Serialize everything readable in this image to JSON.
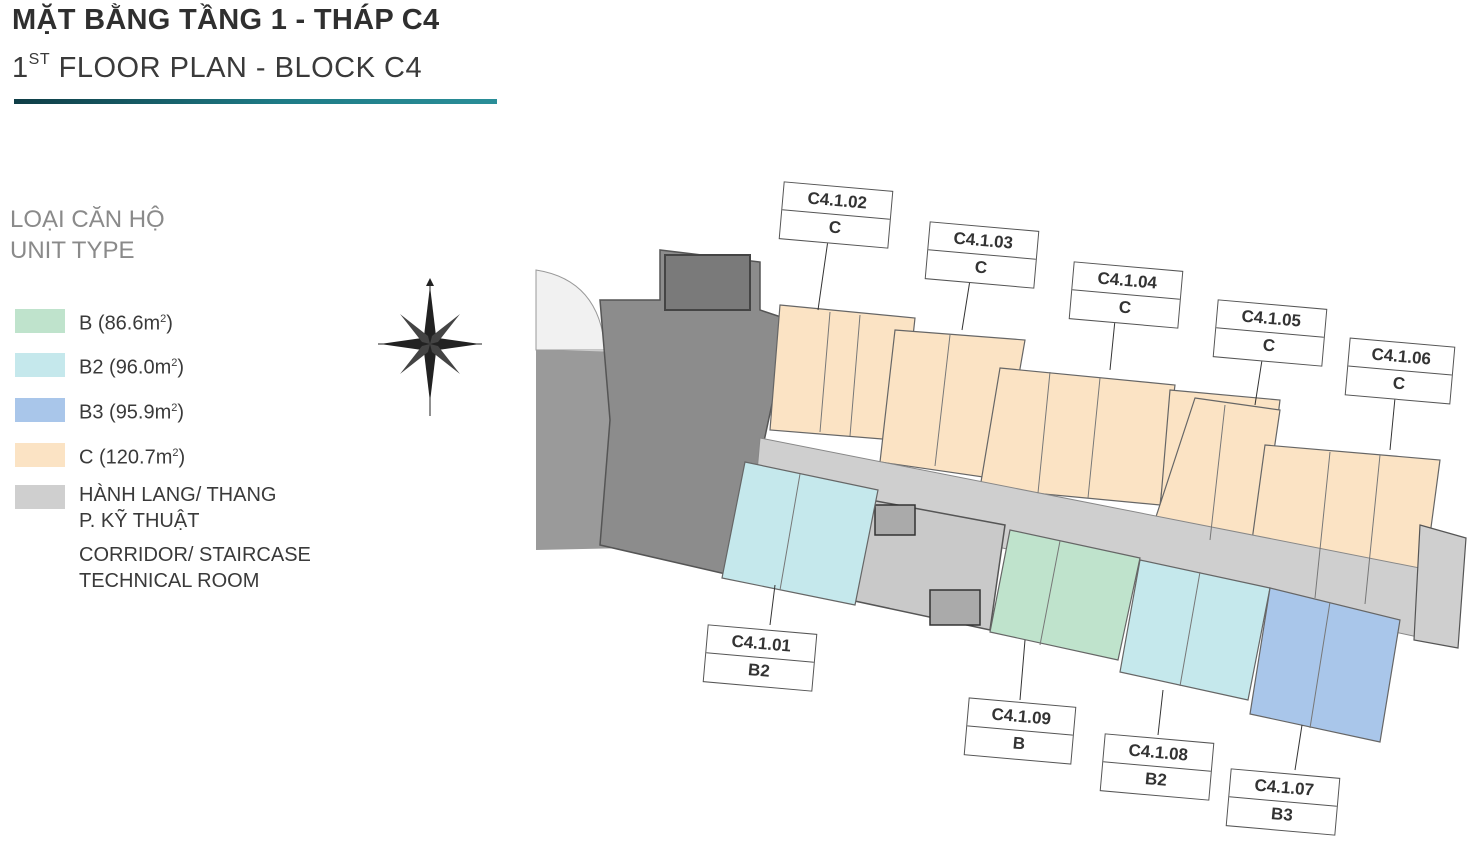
{
  "header": {
    "title_vi": "MẶT BẰNG TẦNG 1 - THÁP C4",
    "title_en_prefix": "1",
    "title_en_sup": "ST",
    "title_en_rest": " FLOOR PLAN - BLOCK C4"
  },
  "legend": {
    "heading_vi": "LOẠI CĂN HỘ",
    "heading_en": "UNIT TYPE",
    "items": [
      {
        "name": "B",
        "area": "86.6",
        "color": "#bfe3cc"
      },
      {
        "name": "B2",
        "area": "96.0",
        "color": "#c5e8ec"
      },
      {
        "name": "B3",
        "area": "95.9",
        "color": "#a9c6ea"
      },
      {
        "name": "C",
        "area": "120.7",
        "color": "#fbe3c4"
      }
    ],
    "area_unit": "m",
    "area_sup": "2",
    "corridor": {
      "color": "#cfcfcf",
      "label_vi_1": "HÀNH LANG/ THANG",
      "label_vi_2": "P. KỸ THUẬT",
      "label_en_1": "CORRIDOR/ STAIRCASE",
      "label_en_2": "TECHNICAL ROOM"
    }
  },
  "compass": {
    "icon": "compass-rose-icon"
  },
  "units": [
    {
      "code": "C4.1.01",
      "type": "B2"
    },
    {
      "code": "C4.1.02",
      "type": "C"
    },
    {
      "code": "C4.1.03",
      "type": "C"
    },
    {
      "code": "C4.1.04",
      "type": "C"
    },
    {
      "code": "C4.1.05",
      "type": "C"
    },
    {
      "code": "C4.1.06",
      "type": "C"
    },
    {
      "code": "C4.1.07",
      "type": "B3"
    },
    {
      "code": "C4.1.08",
      "type": "B2"
    },
    {
      "code": "C4.1.09",
      "type": "B"
    }
  ],
  "colors": {
    "type_c": "#fbe3c4",
    "type_b": "#bfe3cc",
    "type_b2": "#c5e8ec",
    "type_b3": "#a9c6ea",
    "corridor": "#cfcfcf",
    "lobby": "#8c8c8c",
    "accent": "#1e7b86"
  }
}
